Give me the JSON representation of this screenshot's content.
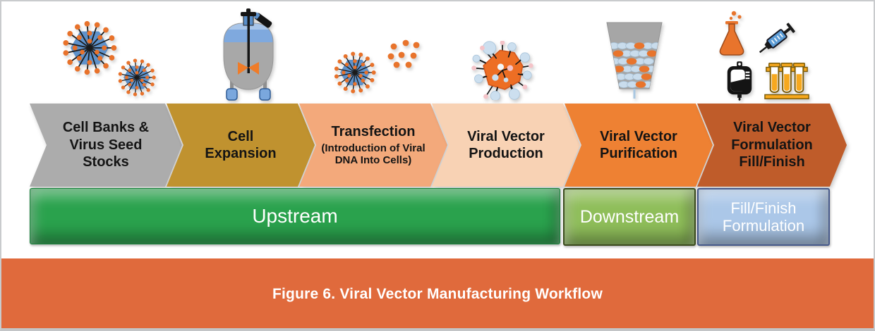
{
  "figure": {
    "caption": "Figure 6. Viral Vector Manufacturing Workflow",
    "caption_band_color": "#e06a3c",
    "background_color": "#ffffff",
    "border_color": "#c9cbcd"
  },
  "stages": [
    {
      "title": "Cell Banks & Virus Seed Stocks",
      "color": "#acacac",
      "icon": "adenovirus-pair-icon"
    },
    {
      "title": "Cell Expansion",
      "color": "#c0922f",
      "icon": "bioreactor-icon"
    },
    {
      "title": "Transfection",
      "subtitle": "(Introduction of Viral DNA Into Cells)",
      "color": "#f3a97b",
      "icon": "adenovirus-with-dna-dots-icon"
    },
    {
      "title": "Viral Vector Production",
      "color": "#f8d2b4",
      "icon": "viral-particle-icon"
    },
    {
      "title": "Viral Vector Purification",
      "color": "#ee8133",
      "icon": "purification-funnel-icon"
    },
    {
      "title": "Viral Vector Formulation Fill/Finish",
      "color": "#bf5c2a",
      "icon": "fill-finish-lab-icons"
    }
  ],
  "phases": [
    {
      "label": "Upstream",
      "color": "#2aa24d",
      "text_color": "#ffffff"
    },
    {
      "label": "Downstream",
      "color": "#8fbe5a",
      "text_color": "#ffffff"
    },
    {
      "label": "Fill/Finish Formulation",
      "color": "#abc7e8",
      "text_color": "#ffffff"
    }
  ],
  "icons": {
    "stage1": "adenovirus-pair-icon",
    "stage2": "bioreactor-icon",
    "stage3": "adenovirus-with-dna-dots-icon",
    "stage4": "viral-particle-icon",
    "stage5": "purification-funnel-icon",
    "stage6": [
      "flask-icon",
      "syringe-icon",
      "iv-bag-icon",
      "test-tubes-icon"
    ],
    "virus_body_color": "#5e92cb",
    "virus_spike_tip_color": "#e8722b",
    "viral_particle_color": "#ed6e24",
    "tube_color": "#f6a81e",
    "syringe_color": "#5b9bd5"
  }
}
